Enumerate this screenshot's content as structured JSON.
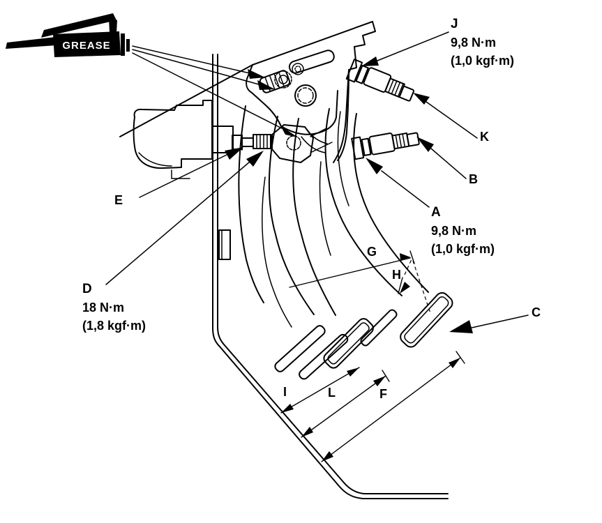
{
  "diagram": {
    "grease_label": "GREASE",
    "callouts": [
      {
        "id": "J",
        "letter": "J",
        "torque": "9,8 N·m",
        "torque_alt": "(1,0 kgf·m)"
      },
      {
        "id": "K",
        "letter": "K"
      },
      {
        "id": "B",
        "letter": "B"
      },
      {
        "id": "A",
        "letter": "A",
        "torque": "9,8 N·m",
        "torque_alt": "(1,0 kgf·m)"
      },
      {
        "id": "E",
        "letter": "E"
      },
      {
        "id": "D",
        "letter": "D",
        "torque": "18 N·m",
        "torque_alt": "(1,8 kgf·m)"
      },
      {
        "id": "G",
        "letter": "G"
      },
      {
        "id": "H",
        "letter": "H"
      },
      {
        "id": "C",
        "letter": "C"
      },
      {
        "id": "I",
        "letter": "I"
      },
      {
        "id": "L",
        "letter": "L"
      },
      {
        "id": "F",
        "letter": "F"
      }
    ],
    "colors": {
      "line": "#000000",
      "background": "#ffffff",
      "text": "#000000"
    }
  }
}
